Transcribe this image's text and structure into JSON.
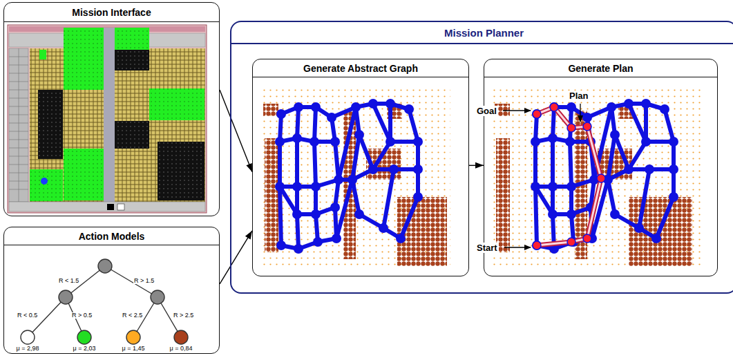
{
  "diagram": {
    "nodes": [
      {
        "text": [
          "Mission Interface"
        ]
      },
      {
        "text": [
          "Action Models"
        ]
      },
      {
        "text": [
          "Mission Planner"
        ]
      },
      {
        "text": [
          "Generate Abstract Graph"
        ],
        "in": 2
      },
      {
        "text": [
          "Generate Plan"
        ],
        "in": 2
      }
    ],
    "edges": [
      {
        "from": 0,
        "to": 3,
        "arrow": "to"
      },
      {
        "from": 1,
        "to": 3,
        "arrow": "to"
      },
      {
        "from": 3,
        "to": 4,
        "arrow": "to"
      }
    ],
    "labels": [
      "Goal",
      "Plan",
      "Start",
      "R < 1.5",
      "R > 1.5",
      "R < 0.5",
      "R > 0.5",
      "R < 2.5",
      "R > 2.5",
      "μ = 2,98",
      "μ = 2,03",
      "μ = 1,45",
      "μ = 0,84"
    ]
  }
}
